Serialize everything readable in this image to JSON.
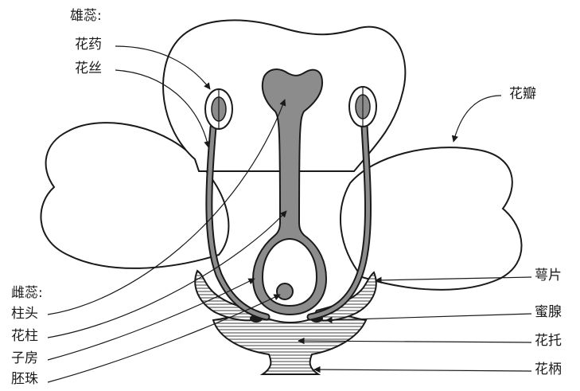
{
  "labels": {
    "stamen_heading": "雄蕊:",
    "anther": "花药",
    "filament": "花丝",
    "petal": "花瓣",
    "pistil_heading": "雌蕊:",
    "stigma": "柱头",
    "style": "花柱",
    "ovary": "子房",
    "ovule": "胚珠",
    "sepal": "萼片",
    "nectary": "蜜腺",
    "receptacle": "花托",
    "pedicel": "花柄"
  },
  "colors": {
    "outline": "#1a1a1a",
    "pistil_fill": "#8c8c8c",
    "receptacle_fill": "#cfcfcf",
    "background": "#ffffff"
  }
}
